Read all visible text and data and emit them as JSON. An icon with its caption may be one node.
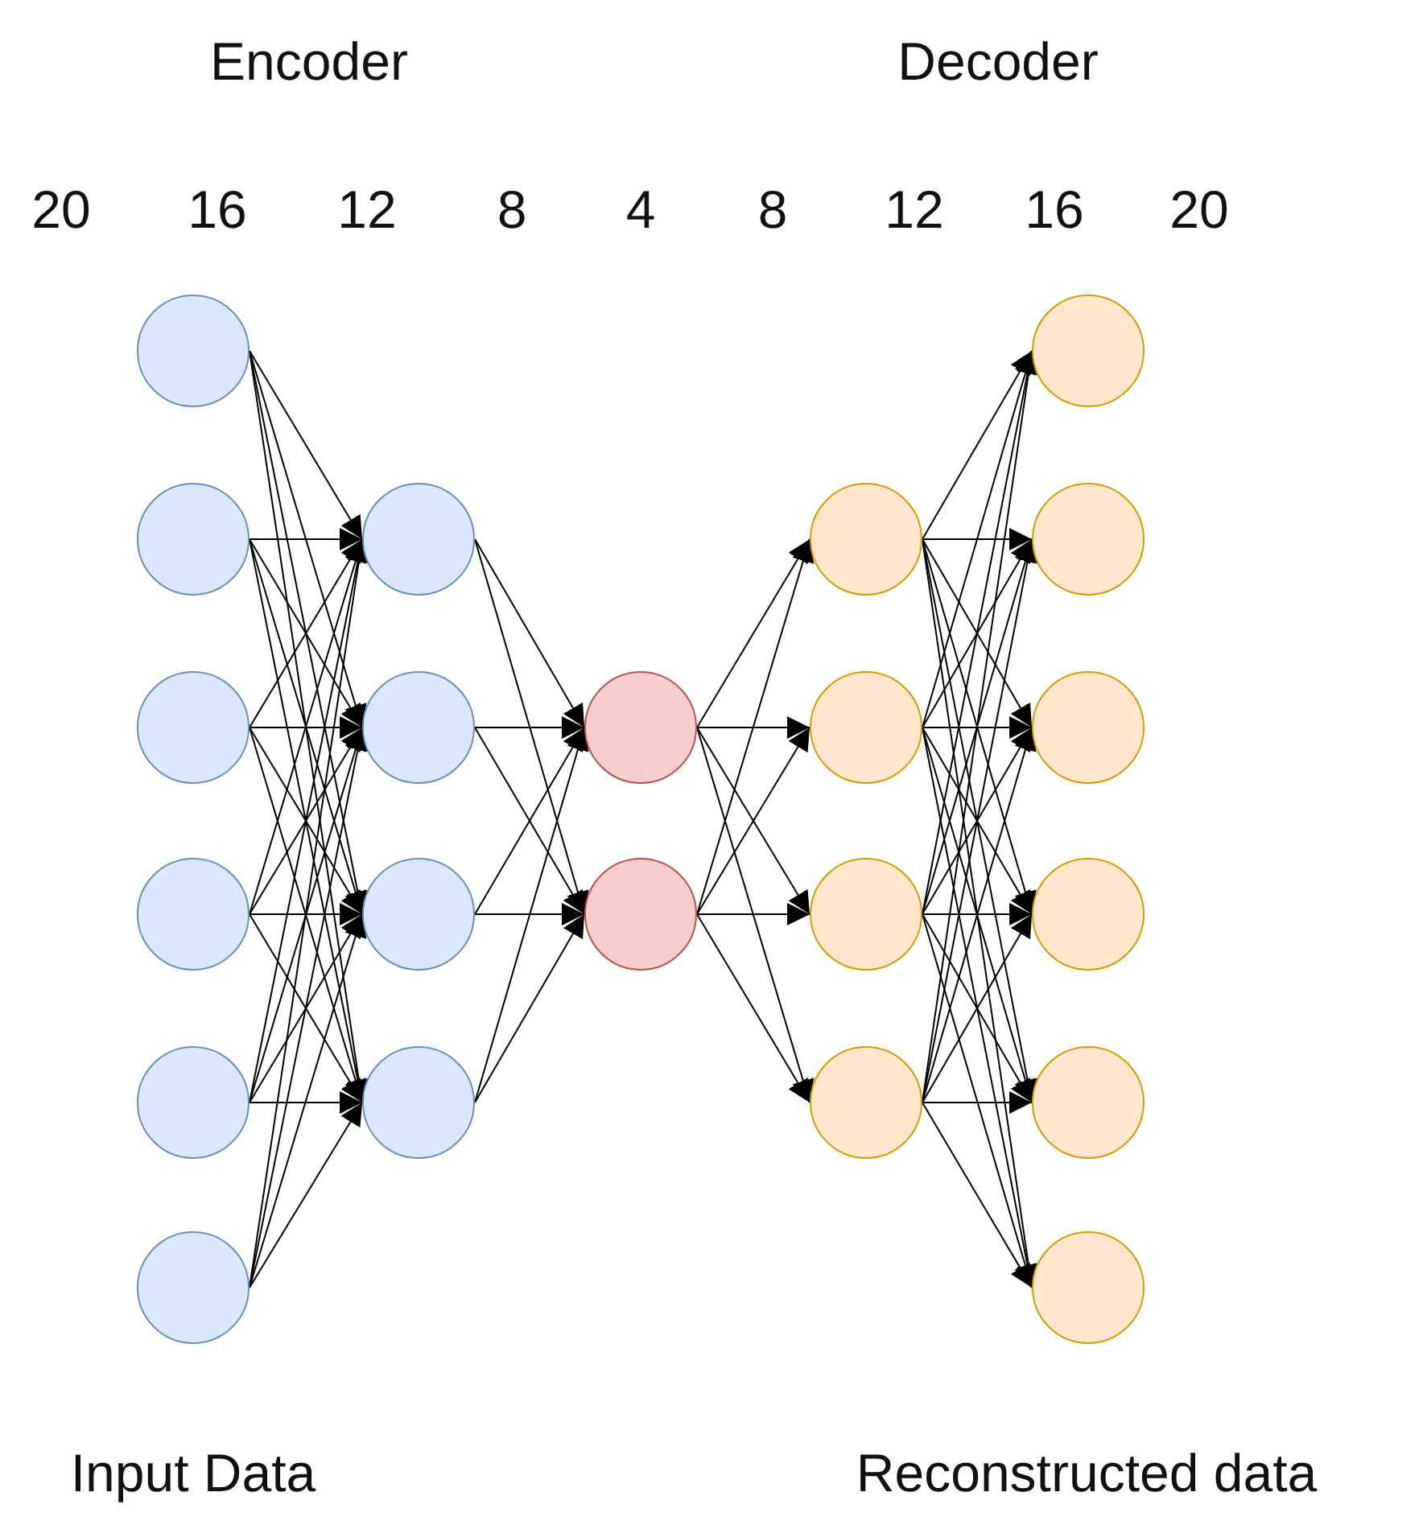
{
  "diagram": {
    "nodes": [
      {
        "text": [],
        "shape": "circle"
      },
      {
        "text": [],
        "shape": "circle"
      },
      {
        "text": [],
        "shape": "circle"
      },
      {
        "text": [],
        "shape": "circle"
      },
      {
        "text": [],
        "shape": "circle"
      },
      {
        "text": [],
        "shape": "circle"
      },
      {
        "text": [],
        "shape": "circle"
      },
      {
        "text": [],
        "shape": "circle"
      },
      {
        "text": [],
        "shape": "circle"
      },
      {
        "text": [],
        "shape": "circle"
      },
      {
        "text": [],
        "shape": "circle"
      },
      {
        "text": [],
        "shape": "circle"
      },
      {
        "text": [],
        "shape": "circle"
      },
      {
        "text": [],
        "shape": "circle"
      },
      {
        "text": [],
        "shape": "circle"
      },
      {
        "text": [],
        "shape": "circle"
      },
      {
        "text": [],
        "shape": "circle"
      },
      {
        "text": [],
        "shape": "circle"
      },
      {
        "text": [],
        "shape": "circle"
      },
      {
        "text": [],
        "shape": "circle"
      },
      {
        "text": [],
        "shape": "circle"
      },
      {
        "text": [],
        "shape": "circle"
      }
    ],
    "edges": [
      {
        "from": 0,
        "to": 6,
        "arrow": "to"
      },
      {
        "from": 0,
        "to": 7,
        "arrow": "to"
      },
      {
        "from": 0,
        "to": 8,
        "arrow": "to"
      },
      {
        "from": 0,
        "to": 9,
        "arrow": "to"
      },
      {
        "from": 1,
        "to": 6,
        "arrow": "to"
      },
      {
        "from": 1,
        "to": 7,
        "arrow": "to"
      },
      {
        "from": 1,
        "to": 8,
        "arrow": "to"
      },
      {
        "from": 1,
        "to": 9,
        "arrow": "to"
      },
      {
        "from": 2,
        "to": 6,
        "arrow": "to"
      },
      {
        "from": 2,
        "to": 7,
        "arrow": "to"
      },
      {
        "from": 2,
        "to": 8,
        "arrow": "to"
      },
      {
        "from": 2,
        "to": 9,
        "arrow": "to"
      },
      {
        "from": 3,
        "to": 6,
        "arrow": "to"
      },
      {
        "from": 3,
        "to": 7,
        "arrow": "to"
      },
      {
        "from": 3,
        "to": 8,
        "arrow": "to"
      },
      {
        "from": 3,
        "to": 9,
        "arrow": "to"
      },
      {
        "from": 4,
        "to": 6,
        "arrow": "to"
      },
      {
        "from": 4,
        "to": 7,
        "arrow": "to"
      },
      {
        "from": 4,
        "to": 8,
        "arrow": "to"
      },
      {
        "from": 4,
        "to": 9,
        "arrow": "to"
      },
      {
        "from": 5,
        "to": 6,
        "arrow": "to"
      },
      {
        "from": 5,
        "to": 7,
        "arrow": "to"
      },
      {
        "from": 5,
        "to": 8,
        "arrow": "to"
      },
      {
        "from": 5,
        "to": 9,
        "arrow": "to"
      },
      {
        "from": 6,
        "to": 10,
        "arrow": "to"
      },
      {
        "from": 6,
        "to": 11,
        "arrow": "to"
      },
      {
        "from": 7,
        "to": 10,
        "arrow": "to"
      },
      {
        "from": 7,
        "to": 11,
        "arrow": "to"
      },
      {
        "from": 8,
        "to": 10,
        "arrow": "to"
      },
      {
        "from": 8,
        "to": 11,
        "arrow": "to"
      },
      {
        "from": 9,
        "to": 10,
        "arrow": "to"
      },
      {
        "from": 9,
        "to": 11,
        "arrow": "to"
      },
      {
        "from": 10,
        "to": 12,
        "arrow": "to"
      },
      {
        "from": 10,
        "to": 13,
        "arrow": "to"
      },
      {
        "from": 10,
        "to": 14,
        "arrow": "to"
      },
      {
        "from": 10,
        "to": 15,
        "arrow": "to"
      },
      {
        "from": 11,
        "to": 12,
        "arrow": "to"
      },
      {
        "from": 11,
        "to": 13,
        "arrow": "to"
      },
      {
        "from": 11,
        "to": 14,
        "arrow": "to"
      },
      {
        "from": 11,
        "to": 15,
        "arrow": "to"
      },
      {
        "from": 12,
        "to": 16,
        "arrow": "to"
      },
      {
        "from": 12,
        "to": 17,
        "arrow": "to"
      },
      {
        "from": 12,
        "to": 18,
        "arrow": "to"
      },
      {
        "from": 12,
        "to": 19,
        "arrow": "to"
      },
      {
        "from": 12,
        "to": 20,
        "arrow": "to"
      },
      {
        "from": 12,
        "to": 21,
        "arrow": "to"
      },
      {
        "from": 13,
        "to": 16,
        "arrow": "to"
      },
      {
        "from": 13,
        "to": 17,
        "arrow": "to"
      },
      {
        "from": 13,
        "to": 18,
        "arrow": "to"
      },
      {
        "from": 13,
        "to": 19,
        "arrow": "to"
      },
      {
        "from": 13,
        "to": 20,
        "arrow": "to"
      },
      {
        "from": 13,
        "to": 21,
        "arrow": "to"
      },
      {
        "from": 14,
        "to": 16,
        "arrow": "to"
      },
      {
        "from": 14,
        "to": 17,
        "arrow": "to"
      },
      {
        "from": 14,
        "to": 18,
        "arrow": "to"
      },
      {
        "from": 14,
        "to": 19,
        "arrow": "to"
      },
      {
        "from": 14,
        "to": 20,
        "arrow": "to"
      },
      {
        "from": 14,
        "to": 21,
        "arrow": "to"
      },
      {
        "from": 15,
        "to": 16,
        "arrow": "to"
      },
      {
        "from": 15,
        "to": 17,
        "arrow": "to"
      },
      {
        "from": 15,
        "to": 18,
        "arrow": "to"
      },
      {
        "from": 15,
        "to": 19,
        "arrow": "to"
      },
      {
        "from": 15,
        "to": 20,
        "arrow": "to"
      },
      {
        "from": 15,
        "to": 21,
        "arrow": "to"
      }
    ],
    "labels": [
      "Encoder",
      "Decoder",
      "20",
      "16",
      "12",
      "8",
      "4",
      "8",
      "12",
      "16",
      "20",
      "Input Data",
      "Reconstructed data"
    ]
  }
}
